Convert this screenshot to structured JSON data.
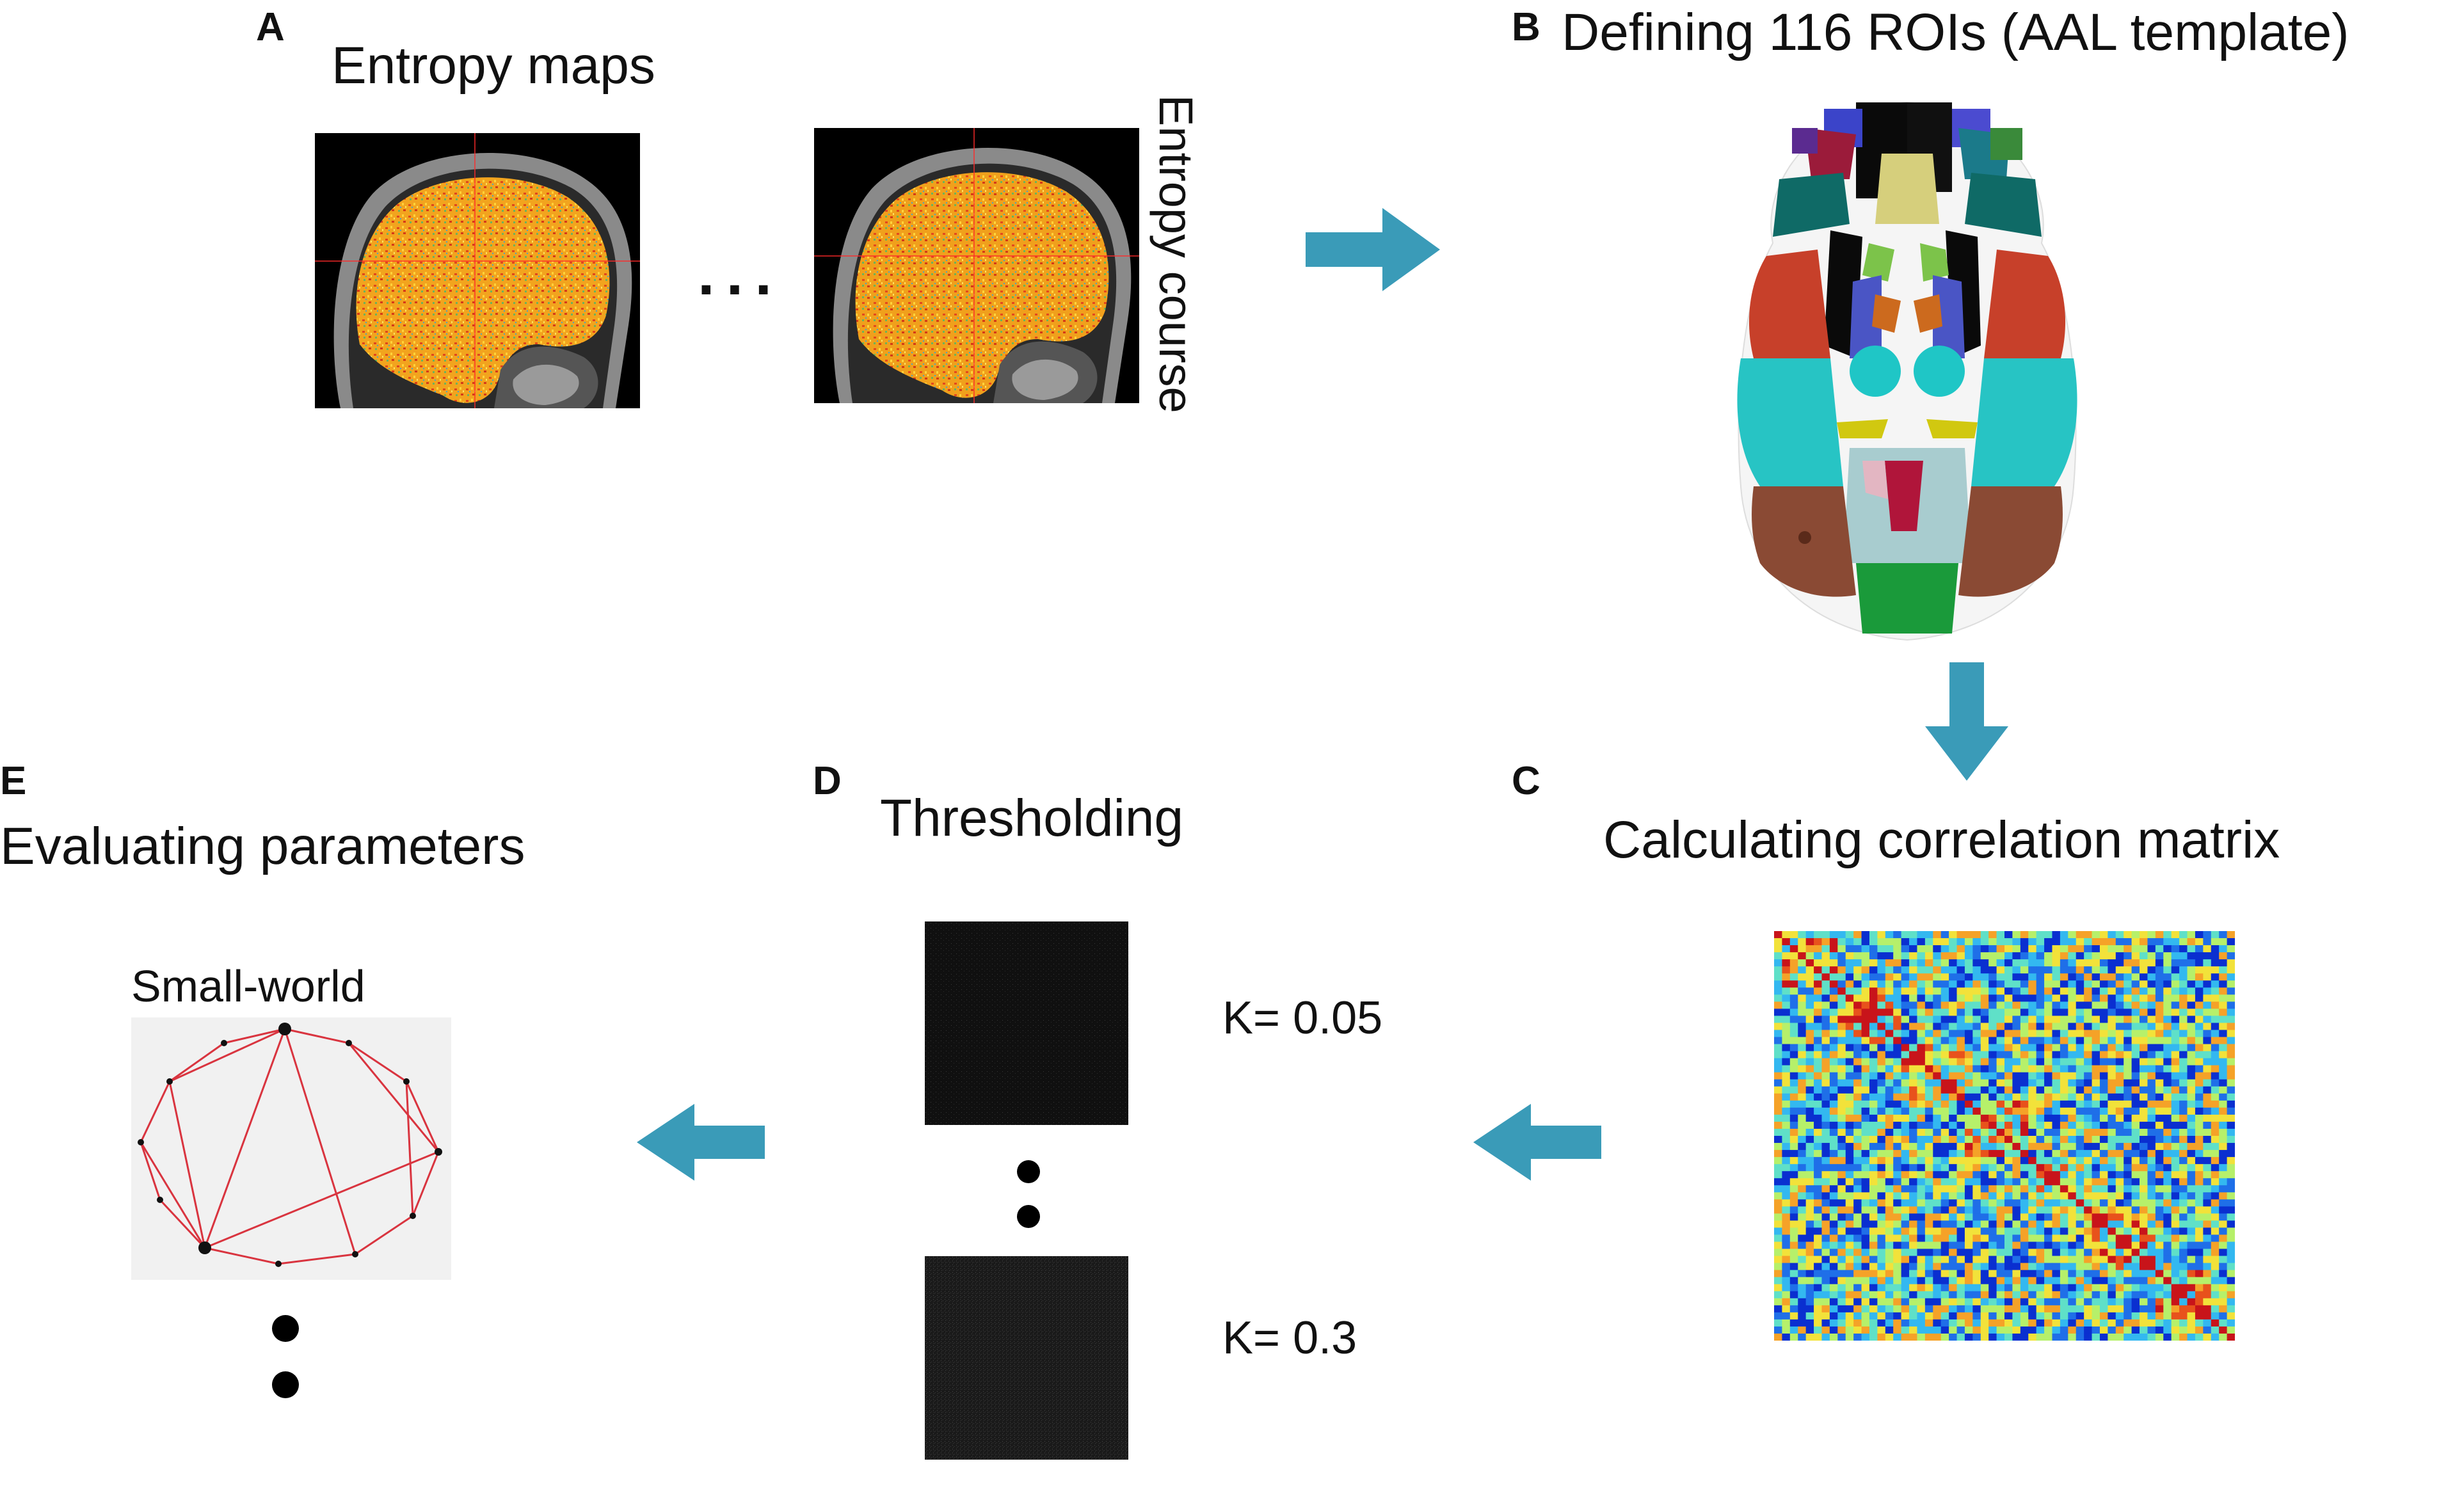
{
  "panels": {
    "a": {
      "letter": "A",
      "title": "Entropy maps",
      "ellipsis": "...",
      "vertical_label": "Entropy course"
    },
    "b": {
      "letter": "B",
      "title": "Defining 116 ROIs (AAL template)"
    },
    "c": {
      "letter": "C",
      "title": "Calculating correlation matrix"
    },
    "d": {
      "letter": "D",
      "title": "Thresholding",
      "k_top": "K= 0.05",
      "k_bottom": "K= 0.3"
    },
    "e": {
      "letter": "E",
      "title": "Evaluating parameters",
      "network_label": "Small-world"
    }
  },
  "colors": {
    "arrow": "#3a9bb8",
    "network_edge": "#d9343f",
    "entropy_fill": "#f0a020"
  },
  "icons": {
    "arrow_right": "arrow-right-icon",
    "arrow_down": "arrow-down-icon",
    "arrow_left": "arrow-left-icon"
  }
}
